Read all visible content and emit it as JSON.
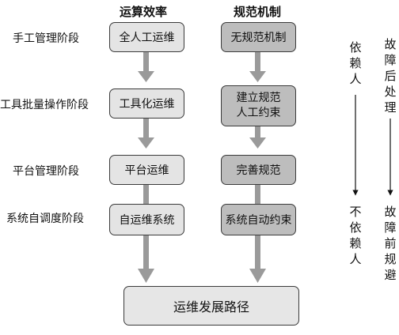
{
  "headers": {
    "efficiency": "运算效率",
    "mechanism": "规范机制"
  },
  "stages": [
    "手工管理阶段",
    "工具批量操作阶段",
    "平台管理阶段",
    "系统自调度阶段"
  ],
  "efficiency_boxes": [
    "全人工运维",
    "工具化运维",
    "平台运维",
    "自运维系统"
  ],
  "mechanism_boxes": [
    "无规范机制",
    "建立规范\n人工约束",
    "完善规范",
    "系统自动约束"
  ],
  "path_box": "运维发展路径",
  "side": {
    "dependence_top": "依赖人",
    "dependence_bottom": "不依赖人",
    "fault_top": "故障后处理",
    "fault_bottom": "故障前规避"
  },
  "colors": {
    "box_light": "#e4e4e4",
    "box_dark": "#bdbdbd",
    "arrow": "#9a9a9a"
  }
}
